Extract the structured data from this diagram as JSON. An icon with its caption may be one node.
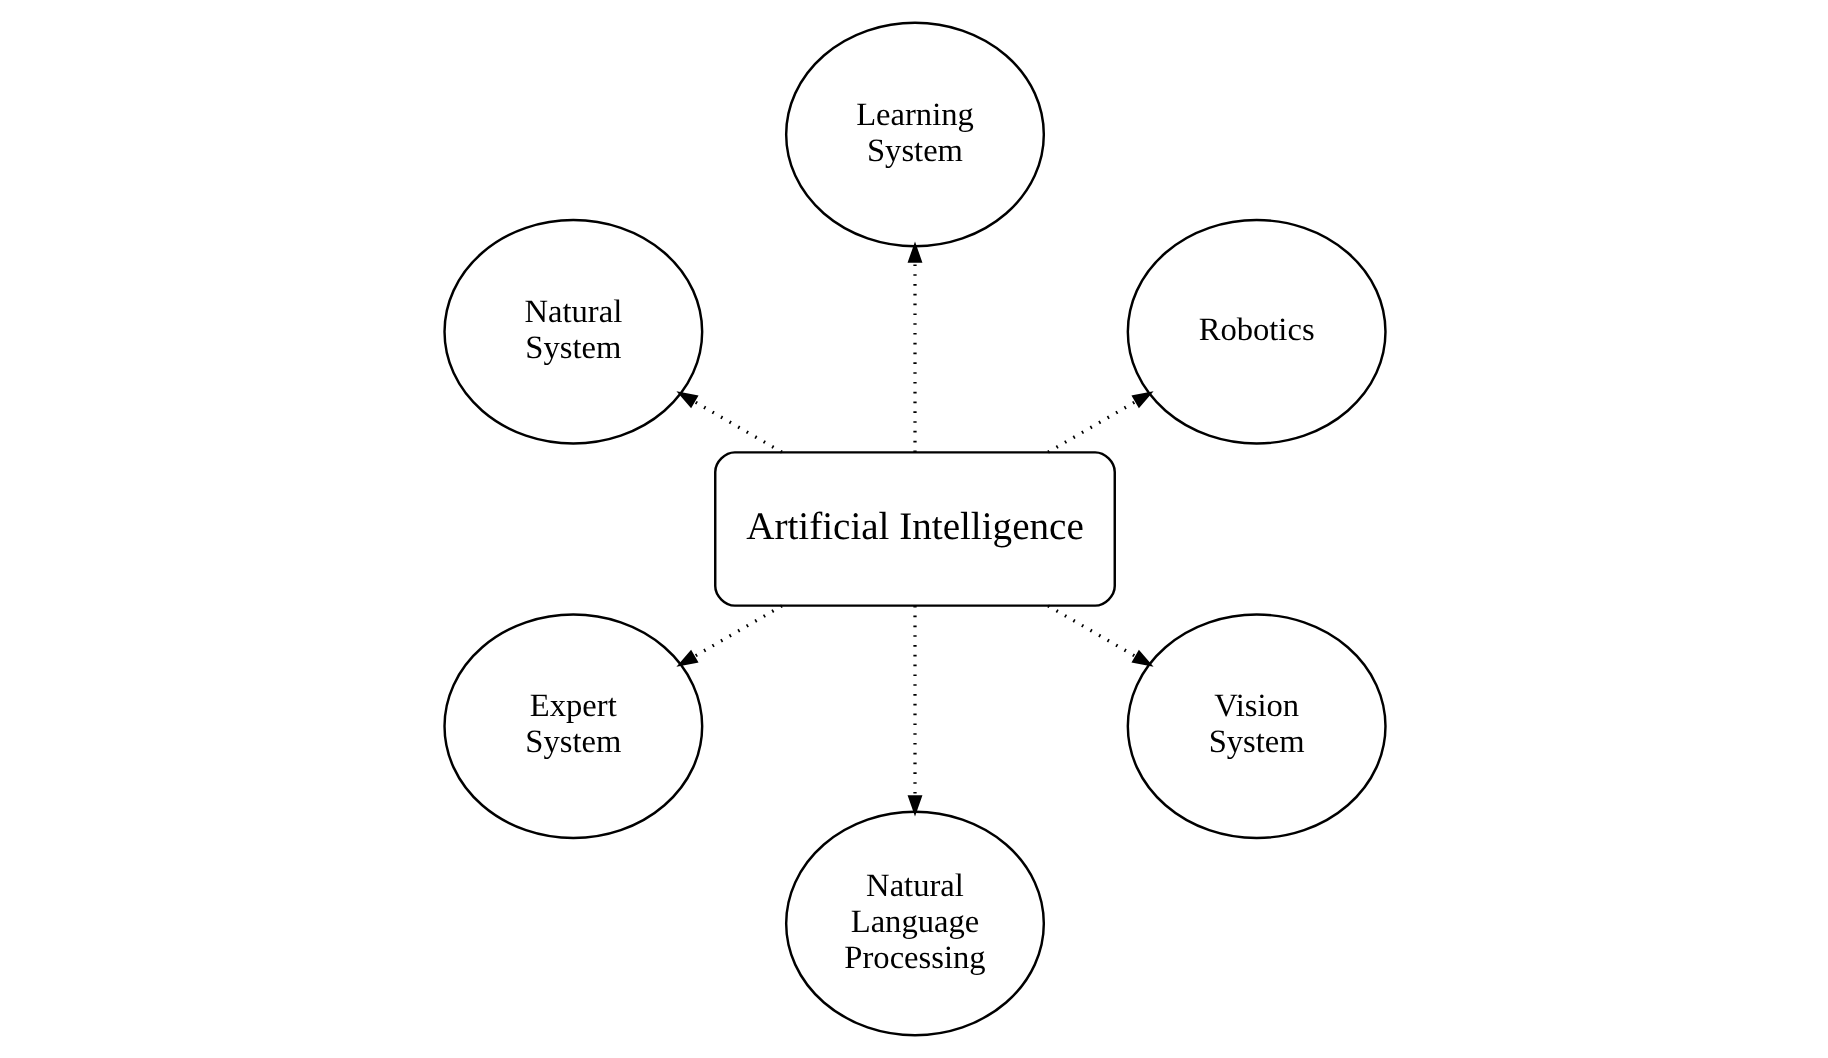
{
  "diagram": {
    "nodes": [
      {
        "text": [
          "Robotics"
        ]
      },
      {
        "text": [
          "Vision System"
        ]
      },
      {
        "text": [
          "Learning System"
        ]
      },
      {
        "text": [
          "Artificial Intelligence"
        ]
      },
      {
        "text": [
          "Natural Language Processing"
        ]
      },
      {
        "text": [
          "Natural System"
        ]
      },
      {
        "text": [
          "Expert System"
        ]
      }
    ],
    "edges": [
      {
        "from": 3,
        "to": 0,
        "arrow": "to",
        "style": "dashed"
      },
      {
        "from": 3,
        "to": 1,
        "arrow": "to",
        "style": "dashed"
      },
      {
        "from": 3,
        "to": 2,
        "arrow": "to",
        "style": "dashed"
      },
      {
        "from": 3,
        "to": 4,
        "arrow": "to",
        "style": "dashed"
      },
      {
        "from": 3,
        "to": 5,
        "arrow": "to",
        "style": "dashed"
      },
      {
        "from": 3,
        "to": 6,
        "arrow": "to",
        "style": "dashed"
      }
    ]
  }
}
